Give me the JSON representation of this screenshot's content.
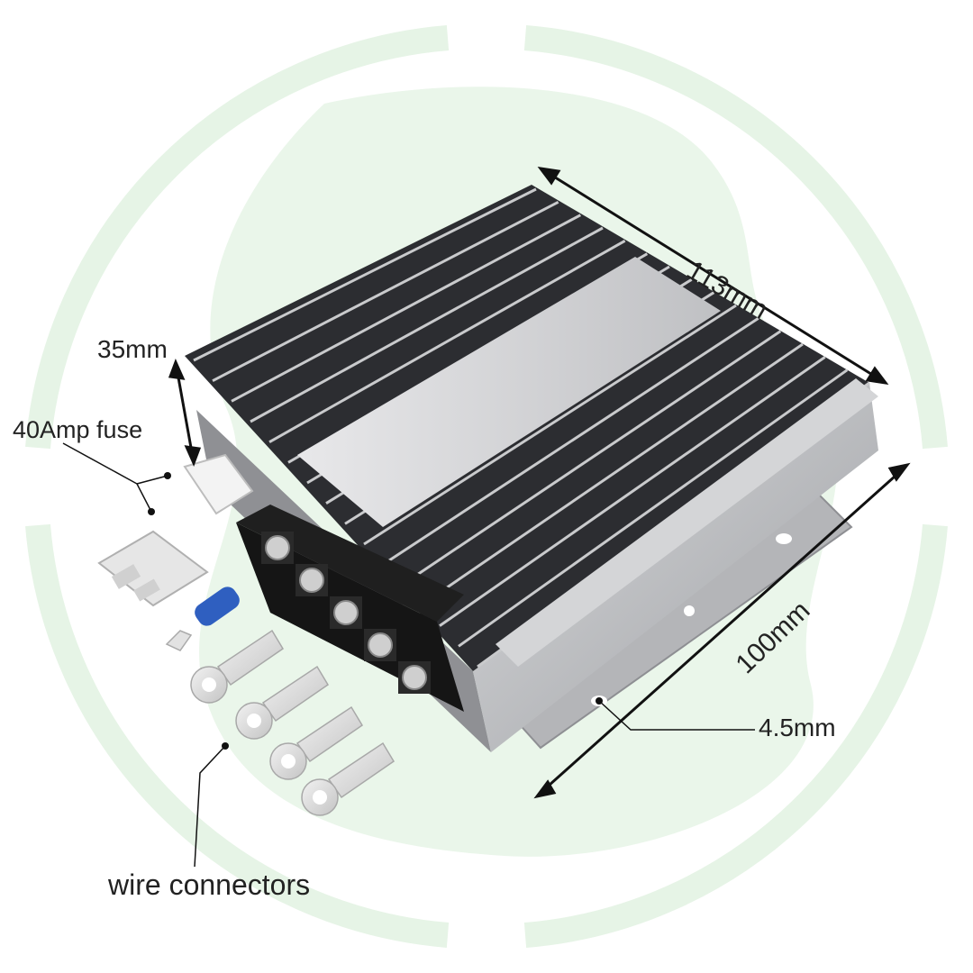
{
  "dimensions": {
    "height": "35mm",
    "length": "113mm",
    "width": "100mm",
    "hole": "4.5mm"
  },
  "callouts": {
    "fuse": "40Amp fuse",
    "connectors": "wire connectors"
  },
  "colors": {
    "background": "#ffffff",
    "ring": "#e6f4e6",
    "blob": "#eaf6ea",
    "heatsink_dark": "#2c2d31",
    "heatsink_light": "#c9cacc",
    "terminal_block": "#151515",
    "connector_silver": "#dcdcdc",
    "connector_blue": "#2f5fc0",
    "text": "#222222"
  },
  "icons": [
    "heatsink-converter",
    "blade-fuse",
    "fork-terminal",
    "ring-terminal"
  ]
}
